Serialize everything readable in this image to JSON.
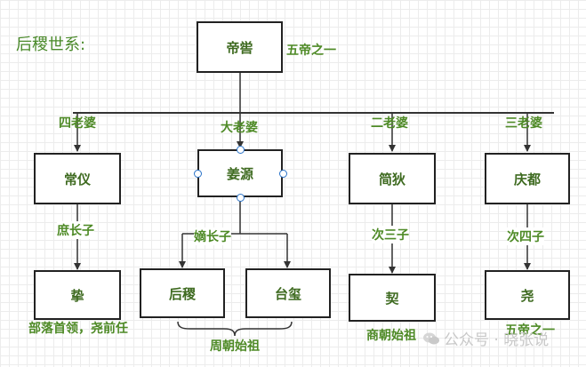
{
  "title": "后稷世系:",
  "root": {
    "name": "帝喾",
    "note": "五帝之一"
  },
  "wives": [
    {
      "label": "四老婆",
      "child": "常仪",
      "relation": "庶长子",
      "grandchild": "挚",
      "note": "部落首领，尧前任"
    },
    {
      "label": "大老婆",
      "child": "姜源",
      "relation": "嫡长子",
      "grandchildren": [
        "后稷",
        "台玺"
      ],
      "note": "周朝始祖"
    },
    {
      "label": "二老婆",
      "child": "简狄",
      "relation": "次三子",
      "grandchild": "契",
      "note": "商朝始祖"
    },
    {
      "label": "三老婆",
      "child": "庆都",
      "relation": "次四子",
      "grandchild": "尧",
      "note": "五帝之一"
    }
  ],
  "watermark": {
    "text": "公众号 · 晓张说",
    "icon": "wechat-icon"
  },
  "colors": {
    "text_green": "#4e8a26",
    "box_border": "#222222",
    "grid": "#ececec",
    "handle": "#2a73c9"
  }
}
